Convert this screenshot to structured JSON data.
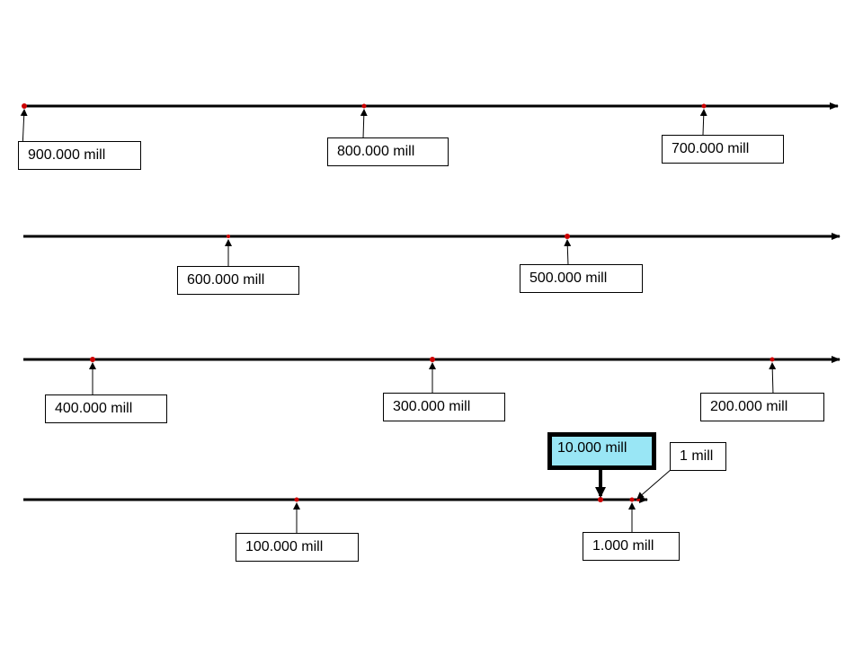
{
  "labels": {
    "l900k": "900.000 mill",
    "l800k": "800.000 mill",
    "l700k": "700.000 mill",
    "l600k": "600.000 mill",
    "l500k": "500.000 mill",
    "l400k": "400.000 mill",
    "l300k": "300.000 mill",
    "l200k": "200.000 mill",
    "l10k": "10.000 mill",
    "l1": "1 mill",
    "l100k": "100.000 mill",
    "l1k": "1.000 mill"
  },
  "colors": {
    "line": "#000000",
    "marker": "#cc0000",
    "highlight_fill": "#99e6f5"
  }
}
